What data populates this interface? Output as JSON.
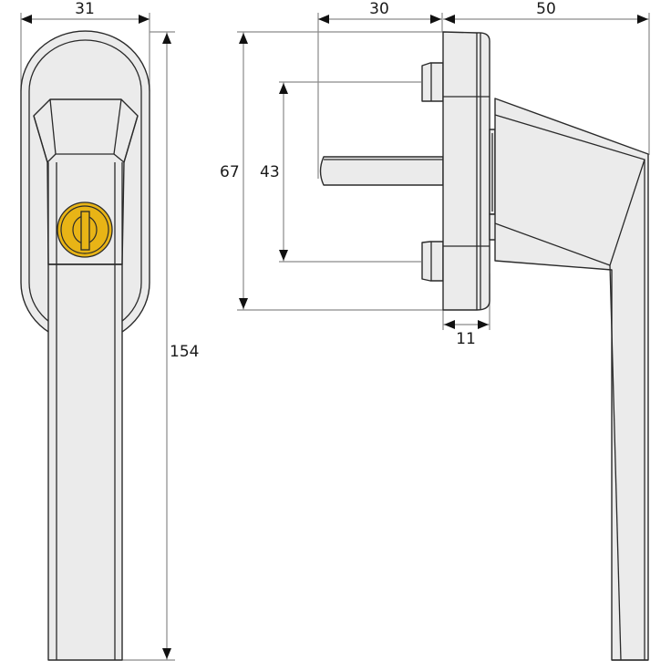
{
  "drawing": {
    "subject": "Window handle with lock cylinder",
    "views": [
      "front-view",
      "side-view"
    ],
    "colors": {
      "part_fill": "#ebebeb",
      "outline": "#2a2a2a",
      "dimension_line": "#8a8a8a",
      "lock_cylinder": "#e8b416"
    }
  },
  "dimensions": {
    "front_width": "31",
    "total_height": "154",
    "spindle_length": "30",
    "handle_projection": "50",
    "rose_height": "67",
    "screw_spacing": "43",
    "rose_depth": "11"
  }
}
